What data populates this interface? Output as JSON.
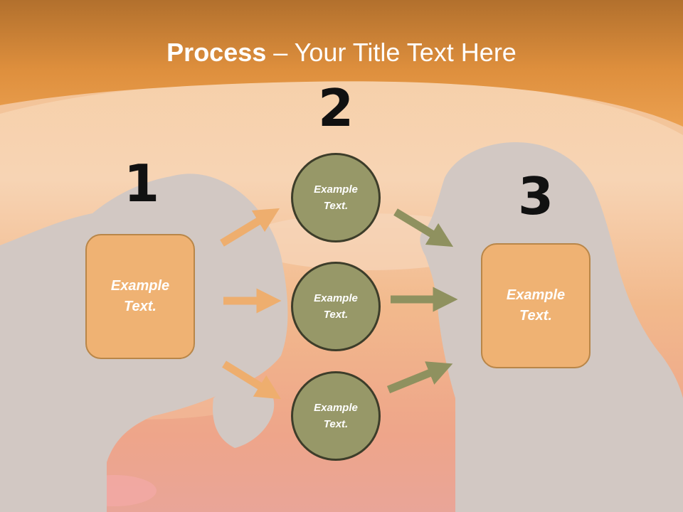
{
  "title": {
    "bold": "Process",
    "rest": " – Your Title Text Here"
  },
  "steps": {
    "step1": {
      "number": "1",
      "text": "Example Text."
    },
    "step2": {
      "number": "2",
      "circles": [
        {
          "text": "Example Text."
        },
        {
          "text": "Example Text."
        },
        {
          "text": "Example Text."
        }
      ]
    },
    "step3": {
      "number": "3",
      "text": "Example Text."
    }
  },
  "colors": {
    "header": "#e49a45",
    "box_fill": "#efb273",
    "circle_fill": "#979868",
    "arrow_orange": "#eeae6e",
    "arrow_olive": "#8f915f"
  }
}
